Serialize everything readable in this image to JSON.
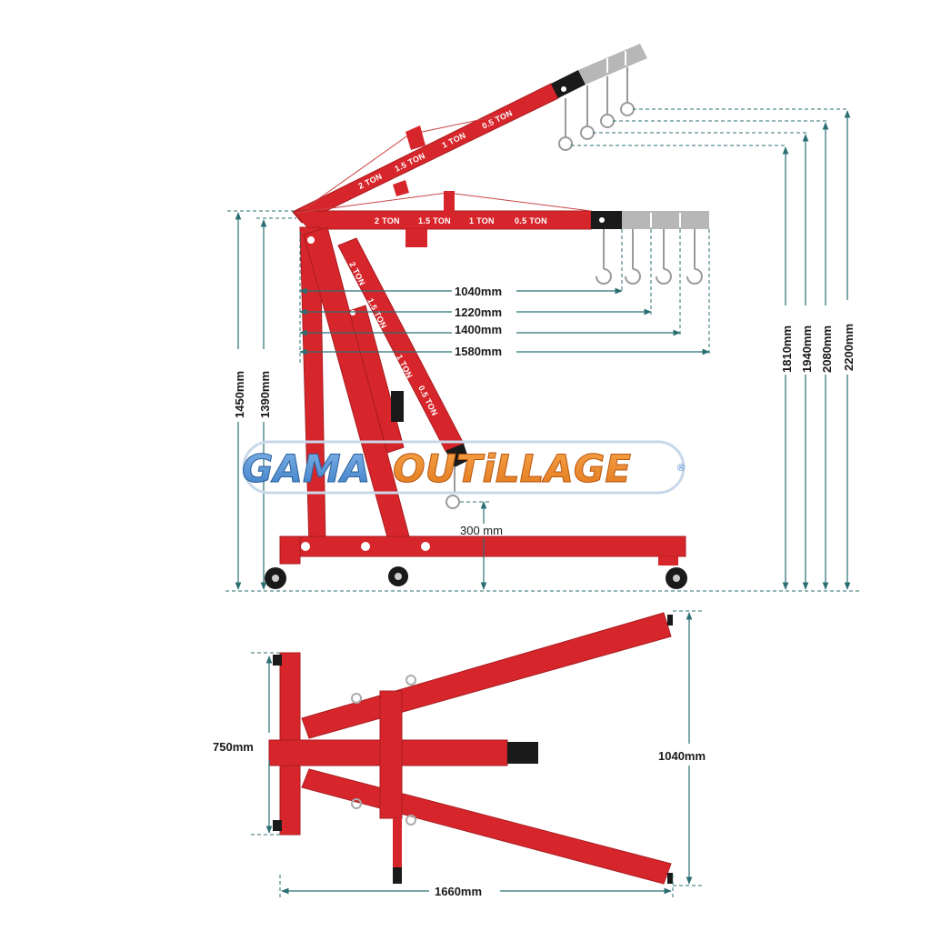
{
  "side_view": {
    "boom_labels": [
      "2 TON",
      "1.5 TON",
      "1 TON",
      "0.5 TON"
    ],
    "reach": [
      "1040mm",
      "1220mm",
      "1400mm",
      "1580mm"
    ],
    "heights_left": [
      "1450mm",
      "1390mm"
    ],
    "heights_right": [
      "1810mm",
      "1940mm",
      "2080mm",
      "2200mm"
    ],
    "min_hook": "300 mm"
  },
  "top_view": {
    "width": "750mm",
    "leg_span": "1040mm",
    "length": "1660mm"
  },
  "watermark": {
    "part1": "GAMA",
    "part2": "OUTiLLAGE",
    "registered": "®"
  },
  "colors": {
    "frame": "#d7262b",
    "extension": "#b7b7b7",
    "dimension": "#2b6f73"
  }
}
